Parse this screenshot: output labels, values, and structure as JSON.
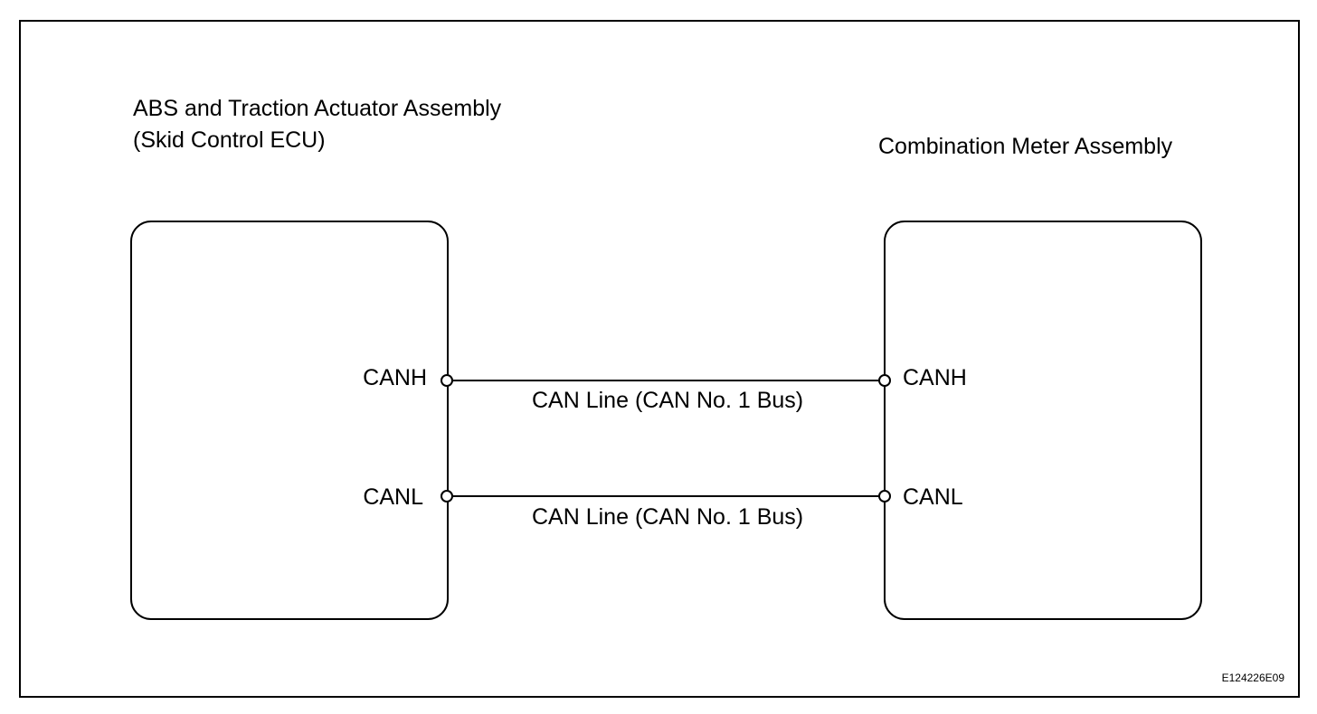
{
  "left_ecu": {
    "title_line1": "ABS and Traction Actuator Assembly",
    "title_line2": "(Skid Control ECU)",
    "pins": {
      "canh": "CANH",
      "canl": "CANL"
    }
  },
  "right_ecu": {
    "title": "Combination Meter Assembly",
    "pins": {
      "canh": "CANH",
      "canl": "CANL"
    }
  },
  "wires": {
    "canh_line_label": "CAN Line (CAN No. 1 Bus)",
    "canl_line_label": "CAN Line (CAN No. 1 Bus)"
  },
  "figure_code": "E124226E09",
  "colors": {
    "line": "#000000",
    "background": "#ffffff"
  }
}
